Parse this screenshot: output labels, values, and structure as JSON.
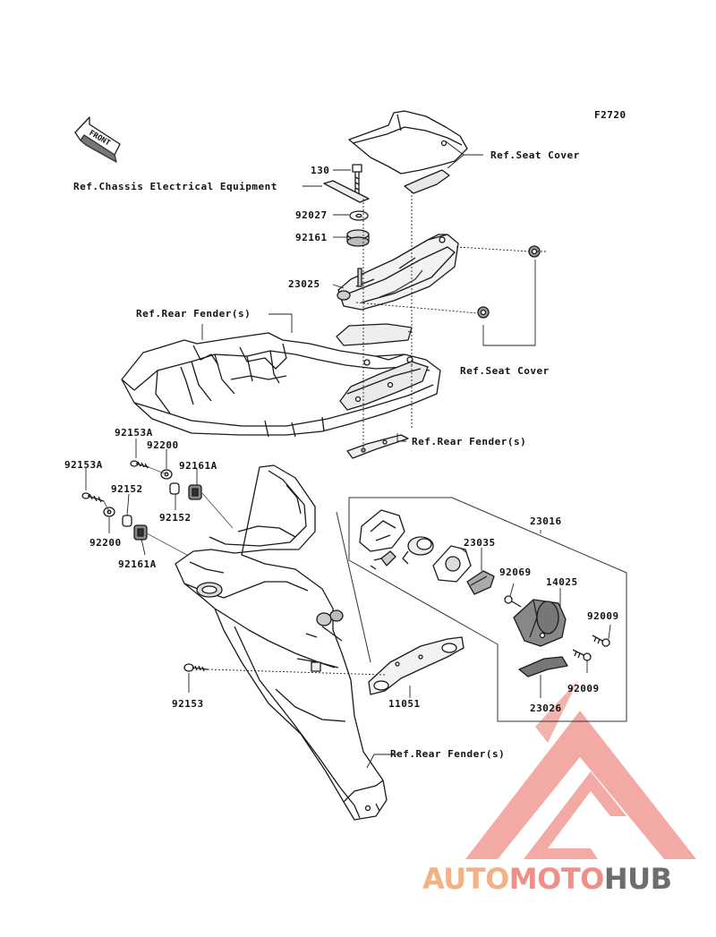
{
  "diagram": {
    "code": "F2720",
    "front_label": "FRONT",
    "references": {
      "seat_cover_top": "Ref.Seat Cover",
      "seat_cover_mid": "Ref.Seat Cover",
      "chassis_electrical": "Ref.Chassis Electrical Equipment",
      "rear_fender_1": "Ref.Rear Fender(s)",
      "rear_fender_2": "Ref.Rear Fender(s)",
      "rear_fender_3": "Ref.Rear Fender(s)"
    },
    "parts": {
      "p130": "130",
      "p92027": "92027",
      "p92161": "92161",
      "p23025": "23025",
      "p92153a_1": "92153A",
      "p92200_1": "92200",
      "p92161a_1": "92161A",
      "p92153a_2": "92153A",
      "p92152_1": "92152",
      "p92152_2": "92152",
      "p92200_2": "92200",
      "p92161a_2": "92161A",
      "p92153": "92153",
      "p11051": "11051",
      "p23016": "23016",
      "p23035": "23035",
      "p92069": "92069",
      "p14025": "14025",
      "p92009_1": "92009",
      "p92009_2": "92009",
      "p23026": "23026"
    }
  },
  "watermark": {
    "part1": "AUTO",
    "part2": "MOTO",
    "part3": "HUB",
    "colors": {
      "auto": "#f4b183",
      "moto": "#ee8f8a",
      "hub": "#6d6d6d",
      "logo": "#f0a49e"
    }
  }
}
